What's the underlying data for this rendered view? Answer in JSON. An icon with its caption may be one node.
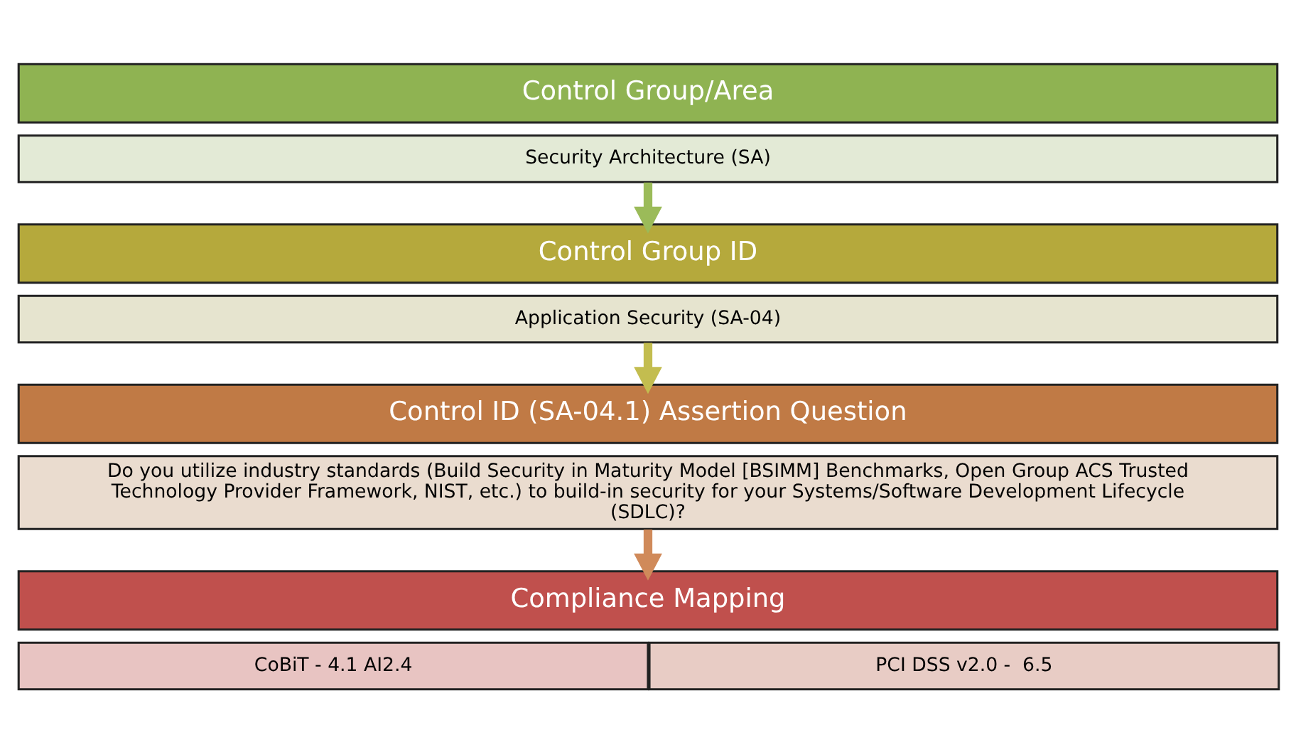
{
  "diagram": {
    "nodes": [
      {
        "text": [
          "Control Group/Area"
        ]
      },
      {
        "text": [
          "Security Architecture (SA)"
        ]
      },
      {
        "text": [
          "Control Group ID"
        ]
      },
      {
        "text": [
          "Application Security (SA-04)"
        ]
      },
      {
        "text": [
          "Control ID (SA-04.1) Assertion Question"
        ]
      },
      {
        "text": [
          "Do you utilize industry standards (Build Security in Maturity Model [BSIMM] Benchmarks, Open Group ACS Trusted Technology Provider Framework, NIST, etc.) to build-in security for your Systems/Software Development Lifecycle (SDLC)?"
        ]
      },
      {
        "text": [
          "Compliance Mapping"
        ]
      },
      {
        "text": [
          "CoBiT - 4.1 AI2.4"
        ]
      },
      {
        "text": [
          "PCI DSS v2.0 -  6.5"
        ]
      }
    ],
    "edges": [
      {
        "from": 1,
        "to": 2,
        "arrow": "to",
        "color": "#9bbb59"
      },
      {
        "from": 3,
        "to": 4,
        "arrow": "to",
        "color": "#c3bd4f"
      },
      {
        "from": 5,
        "to": 6,
        "arrow": "to",
        "color": "#d08a5a"
      }
    ]
  }
}
